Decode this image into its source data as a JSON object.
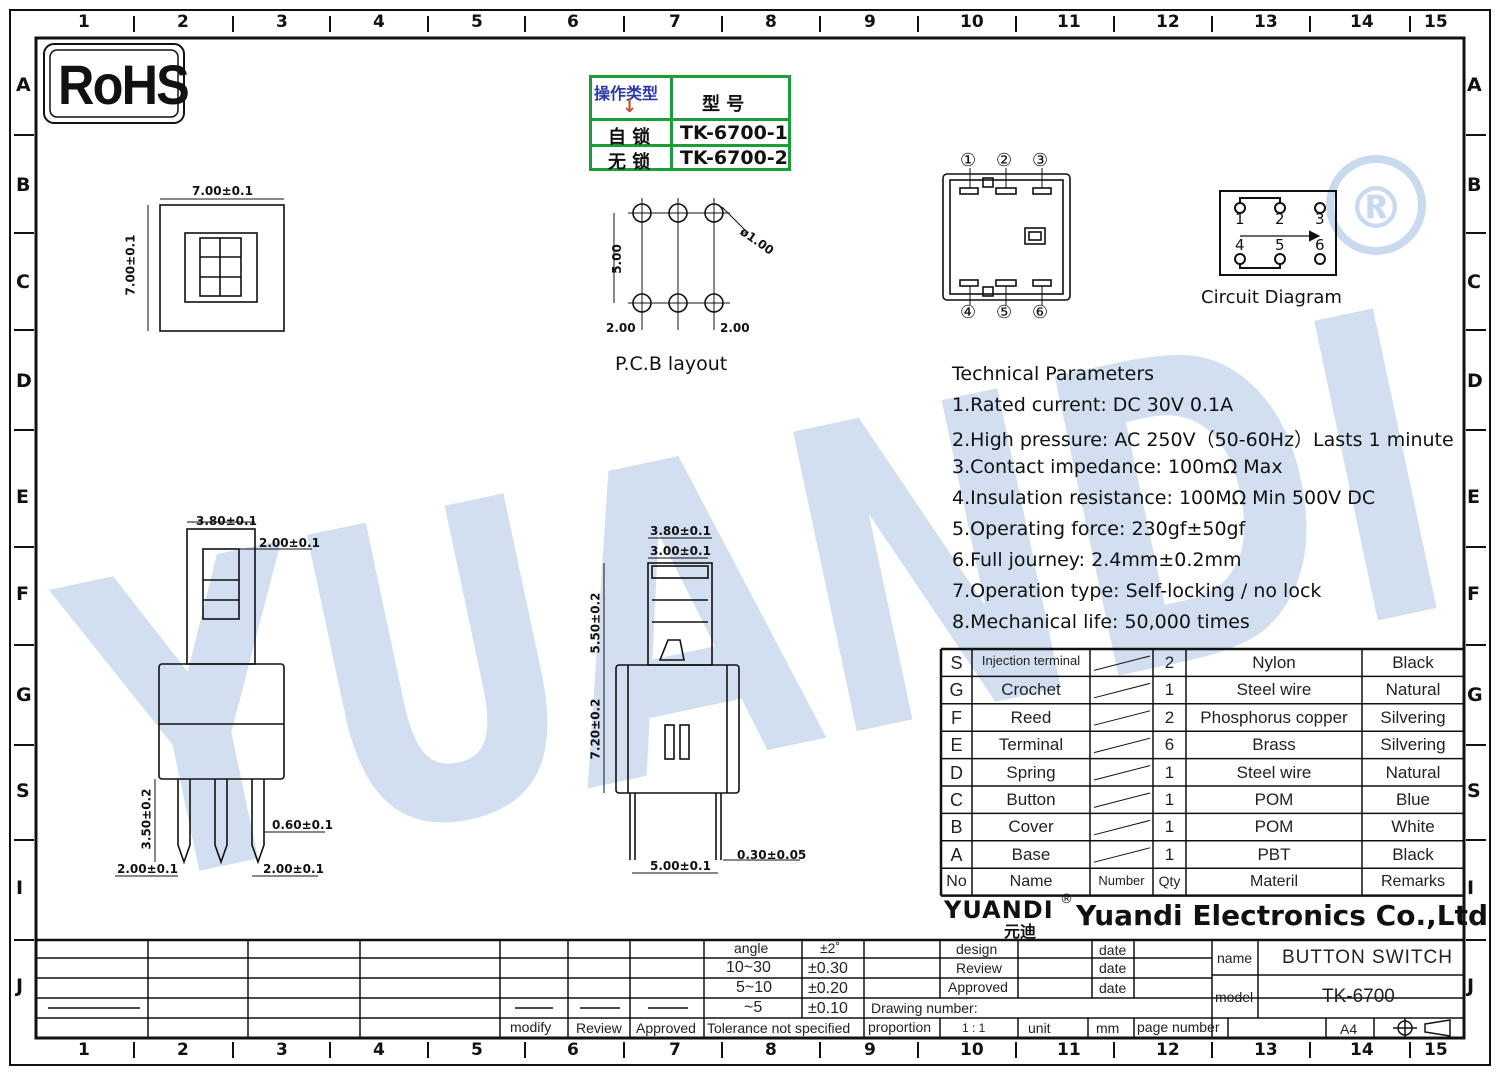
{
  "grid": {
    "columns": [
      "1",
      "2",
      "3",
      "4",
      "5",
      "6",
      "7",
      "8",
      "9",
      "10",
      "11",
      "12",
      "13",
      "14",
      "15"
    ],
    "rows": [
      "A",
      "B",
      "C",
      "D",
      "E",
      "F",
      "G",
      "S",
      "I",
      "J"
    ]
  },
  "rohs": "RoHS",
  "watermark": {
    "text": "YUANDI",
    "registered": "®",
    "color": "#b8cfe8"
  },
  "model_table": {
    "header_left": "操作类型",
    "header_right": "型  号",
    "rows": [
      {
        "type": "自 锁",
        "model": "TK-6700-1"
      },
      {
        "type": "无 锁",
        "model": "TK-6700-2"
      }
    ],
    "border_color": "#1a9e3a",
    "header_color": "#2a3aa8",
    "arrow_color": "#c0532a"
  },
  "top_view": {
    "width_dim": "7.00±0.1",
    "height_dim": "7.00±0.1"
  },
  "pcb": {
    "dim_vertical": "5.00",
    "dim_hole": "ø1.00",
    "dim_left": "2.00",
    "dim_right": "2.00",
    "caption": "P.C.B  layout"
  },
  "pin_view": {
    "top_pins": [
      "①",
      "②",
      "③"
    ],
    "bottom_pins": [
      "④",
      "⑤",
      "⑥"
    ]
  },
  "circuit": {
    "top_labels": [
      "1",
      "2",
      "3"
    ],
    "bottom_labels": [
      "4",
      "5",
      "6"
    ],
    "caption": "Circuit  Diagram"
  },
  "front_view": {
    "d1": "3.80±0.1",
    "d2": "2.00±0.1",
    "d3": "3.50±0.2",
    "d4": "0.60±0.1",
    "d5": "2.00±0.1",
    "d6": "2.00±0.1"
  },
  "side_view": {
    "d1": "3.80±0.1",
    "d2": "3.00±0.1",
    "d3": "5.50±0.2",
    "d4": "7.20±0.2",
    "d5": "5.00±0.1",
    "d6": "0.30±0.05"
  },
  "technical": {
    "title": "Technical Parameters",
    "items": [
      "1.Rated current: DC 30V 0.1A",
      "2.High pressure: AC 250V（50-60Hz）Lasts 1 minute",
      "3.Contact impedance: 100mΩ Max",
      "4.Insulation resistance: 100MΩ Min 500V DC",
      "5.Operating force: 230gf±50gf",
      "6.Full journey: 2.4mm±0.2mm",
      "7.Operation type: Self-locking / no lock",
      "8.Mechanical life: 50,000 times"
    ]
  },
  "bom": {
    "rows": [
      {
        "no": "S",
        "name": "Injection terminal",
        "qty": "2",
        "material": "Nylon",
        "remark": "Black"
      },
      {
        "no": "G",
        "name": "Crochet",
        "qty": "1",
        "material": "Steel wire",
        "remark": "Natural"
      },
      {
        "no": "F",
        "name": "Reed",
        "qty": "2",
        "material": "Phosphorus copper",
        "remark": "Silvering"
      },
      {
        "no": "E",
        "name": "Terminal",
        "qty": "6",
        "material": "Brass",
        "remark": "Silvering"
      },
      {
        "no": "D",
        "name": "Spring",
        "qty": "1",
        "material": "Steel wire",
        "remark": "Natural"
      },
      {
        "no": "C",
        "name": "Button",
        "qty": "1",
        "material": "POM",
        "remark": "Blue"
      },
      {
        "no": "B",
        "name": "Cover",
        "qty": "1",
        "material": "POM",
        "remark": "White"
      },
      {
        "no": "A",
        "name": "Base",
        "qty": "1",
        "material": "PBT",
        "remark": "Black"
      }
    ],
    "header": {
      "no": "No",
      "name": "Name",
      "number": "Number",
      "qty": "Qty",
      "material": "Materil",
      "remark": "Remarks"
    }
  },
  "company": {
    "logo": "YUANDI",
    "logo_cn": "元迪",
    "registered": "®",
    "name": "Yuandi Electronics Co.,Ltd"
  },
  "title_block": {
    "tolerance": [
      {
        "range": "angle",
        "value": "±2˚"
      },
      {
        "range": "10~30",
        "value": "±0.30"
      },
      {
        "range": "5~10",
        "value": "±0.20"
      },
      {
        "range": "~5",
        "value": "±0.10"
      }
    ],
    "modify": "modify",
    "review": "Review",
    "approved": "Approved",
    "tol_note": "Tolerance not specified",
    "design": "design",
    "review2": "Review",
    "approved2": "Approved",
    "date": "date",
    "name_label": "name",
    "name_value": "BUTTON SWITCH",
    "model_label": "model",
    "model_value": "TK-6700",
    "drawing_number": "Drawing number:",
    "proportion": "proportion",
    "scale": "1 : 1",
    "unit": "unit",
    "unit_value": "mm",
    "page_number": "page number",
    "size": "A4"
  }
}
